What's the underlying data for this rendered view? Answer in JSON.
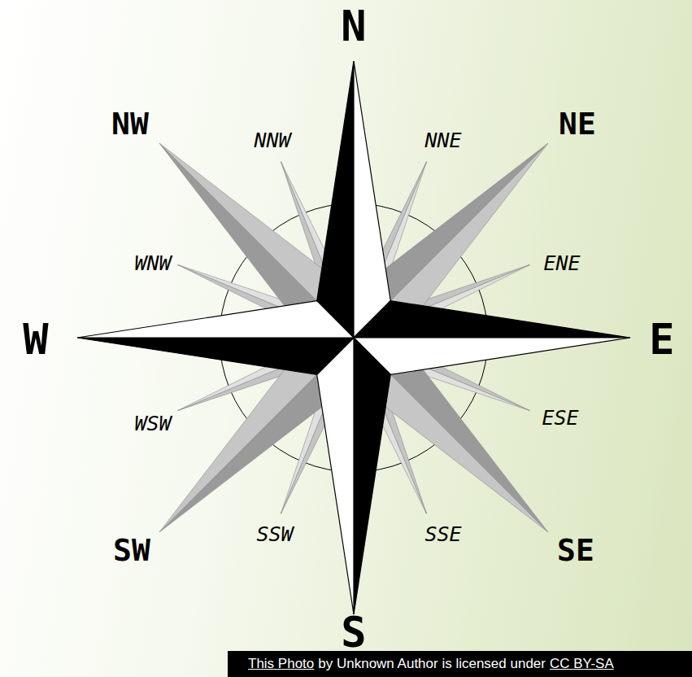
{
  "diagram": {
    "labels": [
      "N",
      "NNW",
      "NNE",
      "NW",
      "NE",
      "WNW",
      "ENE",
      "W",
      "E",
      "WSW",
      "ESE",
      "SW",
      "SSW",
      "SSE",
      "SE",
      "S",
      "This Photo",
      "by Unknown Author is licensed under",
      "CC BY-SA"
    ]
  }
}
